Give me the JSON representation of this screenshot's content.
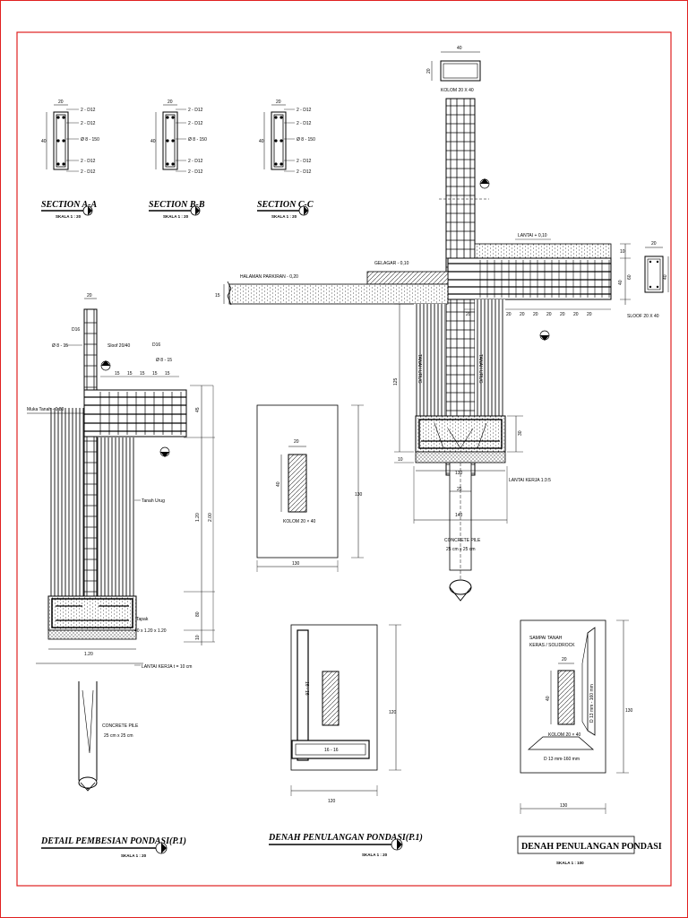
{
  "colors": {
    "frame": "#e02020",
    "line": "#000000",
    "hatch": "#444444"
  },
  "sections": [
    {
      "title": "SECTION A-A",
      "scale": "SKALA 1 : 20",
      "dim_w": "20",
      "dim_h": "40",
      "labels": [
        "2 - D12",
        "2 - D12",
        "Ø 8 - 150",
        "2 - D12",
        "2 - D12"
      ]
    },
    {
      "title": "SECTION B-B",
      "scale": "SKALA 1 : 20",
      "dim_w": "20",
      "dim_h": "40",
      "labels": [
        "2 - D12",
        "2 - D12",
        "Ø 8 - 150",
        "2 - D12",
        "2 - D12"
      ]
    },
    {
      "title": "SECTION C-C",
      "scale": "SKALA 1 : 20",
      "dim_w": "20",
      "dim_h": "40",
      "labels": [
        "2 - D12",
        "2 - D12",
        "Ø 8 - 150",
        "2 - D12",
        "2 - D12"
      ]
    }
  ],
  "detail": {
    "title": "DETAIL PEMBESIAN PONDASI(P.1)",
    "scale": "SKALA 1 : 20",
    "muka_tanah": "Muka Tanah - 0.80",
    "tanah_urug": "Tanah Urug",
    "tapak_1": "Tapak",
    "tapak_2": "40 x 1.20 x 1.20",
    "lantai_kerja": "LANTAI KERJA t = 10 cm",
    "pile_1": "CONCRETE PILE",
    "pile_2": "25 cm x 25 cm",
    "dim_top": "20",
    "dim_width": "1.20",
    "dim_45": "45",
    "dim_120": "1.20",
    "dim_200": "2.00",
    "dim_80": "80",
    "dim_10": "10",
    "label_d16": "D16",
    "label_sloof": "Sloof 20/40",
    "label_phi": "Ø 8 - 15",
    "label_d16b": "D16",
    "label_phi2": "Ø 8 - 15",
    "dims_row": [
      "15",
      "15",
      "15",
      "15",
      "15"
    ]
  },
  "main": {
    "kolom_dim_w": "40",
    "kolom_dim_h": "20",
    "kolom_label": "KOLOM 20 X 40",
    "lantai": "LANTAI + 0,10",
    "gelagar": "GELAGAR - 0,10",
    "halaman": "HALAMAN PARKIRAN - 0,20",
    "dim_15": "15",
    "tanah_urug_l": "TANAH URUG",
    "tanah_urug_r": "TANAH URUG",
    "dim_125": "125",
    "dim_30": "30",
    "dim_10": "10",
    "dim_130": "130",
    "dim_25": "25",
    "dim_140": "140",
    "lantai_kerja": "LANTAI KERJA 1:3:5",
    "pile_1": "CONCRETE PILE",
    "pile_2": "25 cm x 25 cm",
    "sloof_w": "20",
    "sloof_h": "40",
    "sloof_label": "SLOOF 20 X 40",
    "sloof_dim_10": "10",
    "sloof_dim_40": "40",
    "sloof_dim_60": "60",
    "spacings": [
      "20",
      "20",
      "20",
      "20",
      "20",
      "20",
      "20",
      "20",
      "20",
      "20"
    ]
  },
  "plan1": {
    "dim_w": "20",
    "dim_h": "40",
    "kolom": "KOLOM   20 × 40",
    "side": "130",
    "bottom": "130"
  },
  "plan2": {
    "title": "DENAH PENULANGAN PONDASI(P.1)",
    "scale": "SKALA 1 : 20",
    "bar_v": "16 - 16",
    "bar_h": "16 - 16",
    "side": "120",
    "bottom": "120"
  },
  "plan3": {
    "title": "DENAH PENULANGAN PONDASI",
    "scale": "SKALA 1 : 100",
    "note_1": "SAMPAI TANAH",
    "note_2": "KERAS / SOLIDROCK",
    "dim_w": "20",
    "dim_h": "40",
    "kolom": "KOLOM   20 × 40",
    "bar_v": "D 13 mm - 160 mm",
    "bar_h": "D 13 mm-160 mm",
    "side": "130",
    "bottom": "130"
  }
}
